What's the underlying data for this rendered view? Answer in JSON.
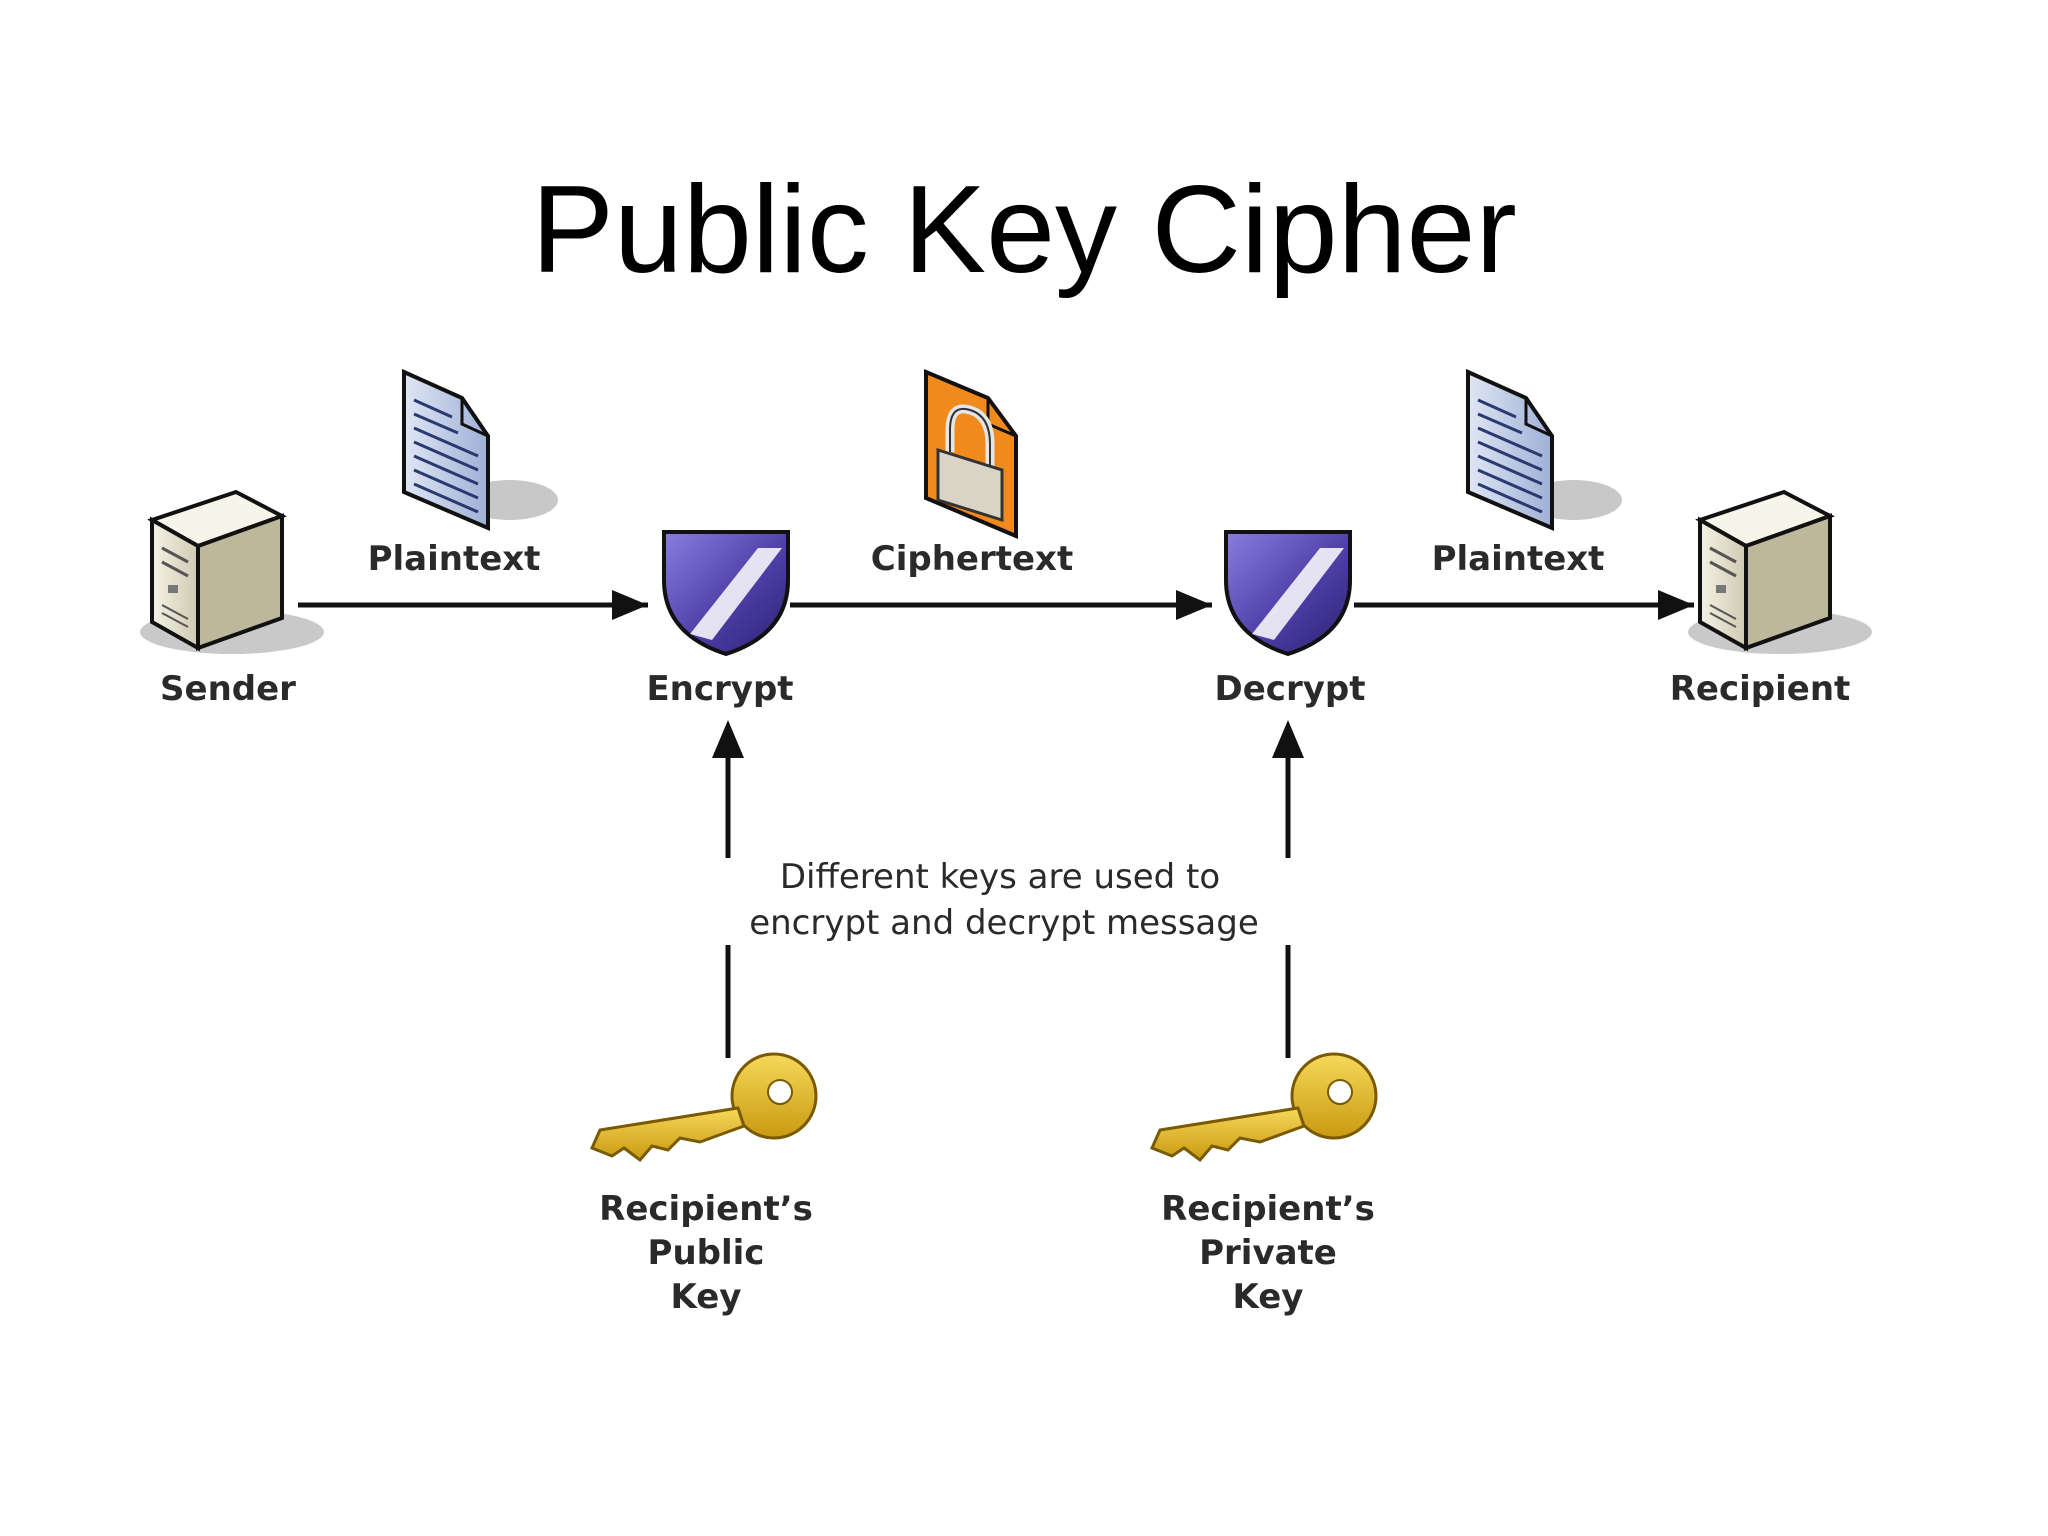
{
  "title": "Public Key Cipher",
  "nodes": {
    "sender": "Sender",
    "encrypt": "Encrypt",
    "decrypt": "Decrypt",
    "recipient": "Recipient"
  },
  "edges": {
    "plaintext_in": "Plaintext",
    "ciphertext": "Ciphertext",
    "plaintext_out": "Plaintext"
  },
  "note": {
    "line1": "Different keys are used to",
    "line2": "encrypt and decrypt message"
  },
  "keys": {
    "public": {
      "line1": "Recipient’s",
      "line2": "Public",
      "line3": "Key"
    },
    "private": {
      "line1": "Recipient’s",
      "line2": "Private",
      "line3": "Key"
    }
  },
  "colors": {
    "shield": "#5a48b0",
    "key": "#e8c12a",
    "lock_doc": "#f08a1c",
    "computer": "#e9e6d3"
  }
}
